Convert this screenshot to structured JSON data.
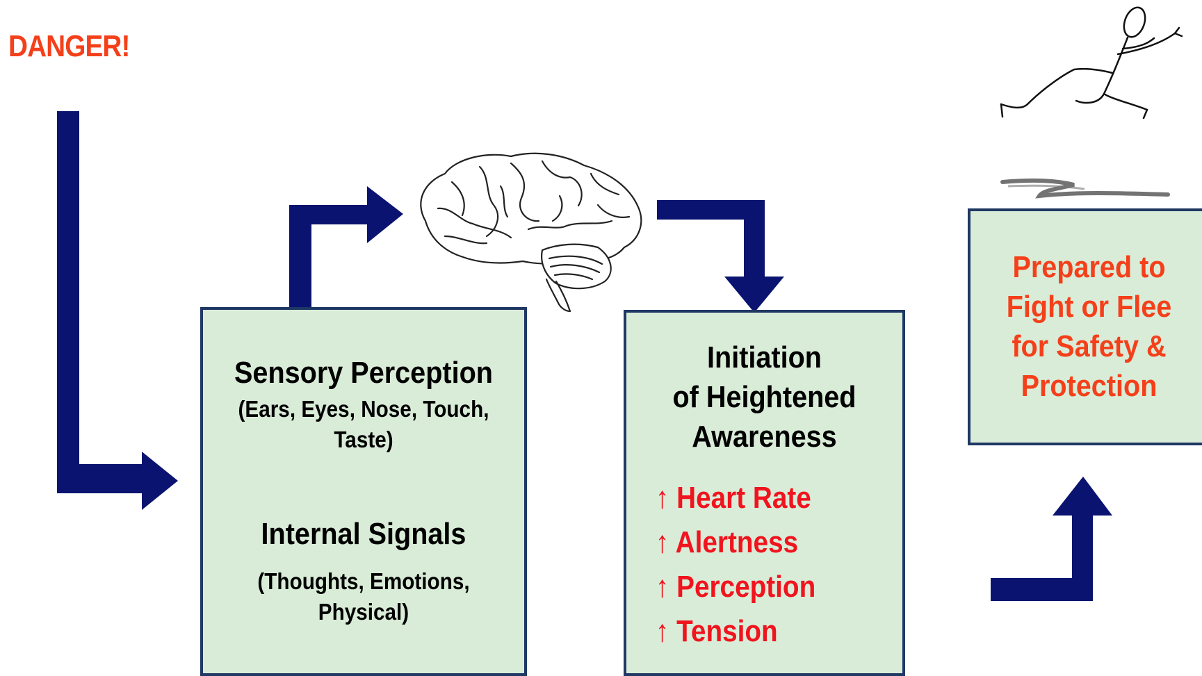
{
  "title": "DANGER!",
  "colors": {
    "arrow": "#0a1470",
    "box_fill": "#d9ecd8",
    "box_border": "#1f3864",
    "danger": "#f4401a",
    "red": "#f0141e",
    "outcome": "#f4401a"
  },
  "box1": {
    "heading": "Sensory Perception",
    "sub_line1": "(Ears, Eyes, Nose, Touch,",
    "sub_line2": "Taste)",
    "heading2": "Internal Signals",
    "sub2_line1": "(Thoughts, Emotions,",
    "sub2_line2": "Physical)"
  },
  "box2": {
    "heading_line1": "Initiation",
    "heading_line2": "of Heightened",
    "heading_line3": "Awareness",
    "arrow_glyph": "↑",
    "items": [
      "Heart Rate",
      "Alertness",
      "Perception",
      "Tension"
    ]
  },
  "box3": {
    "line1": "Prepared to",
    "line2": "Fight or Flee",
    "line3": "for Safety &",
    "line4": "Protection"
  },
  "icons": [
    "brain-icon",
    "running-stick-figure-icon"
  ]
}
